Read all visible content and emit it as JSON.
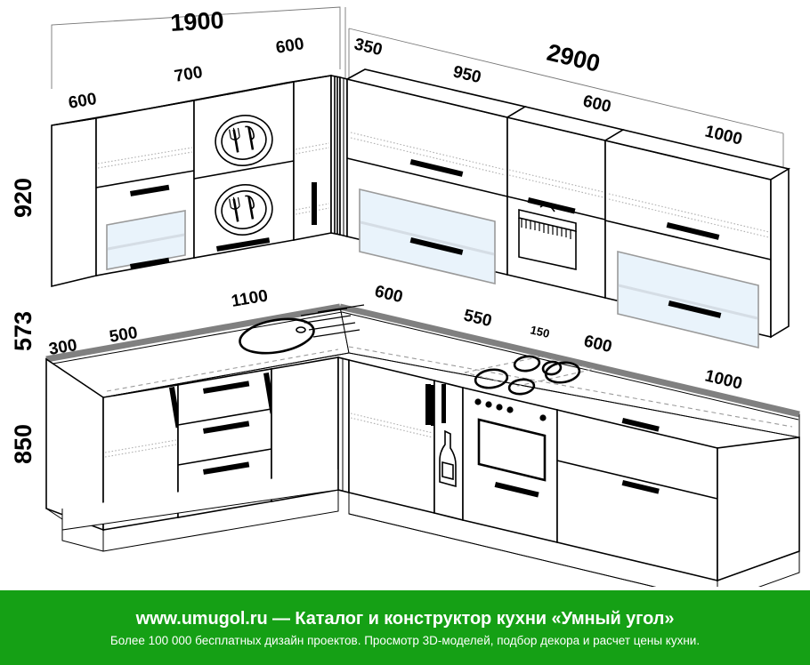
{
  "footer": {
    "line1": "www.umugol.ru — Каталог и конструктор кухни «Умный угол»",
    "line2": "Более 100 000 бесплатных дизайн проектов. Просмотр 3D-моделей, подбор декора и расчет цены кухни."
  },
  "dimensions": {
    "left_wall_total": "1900",
    "right_wall_total": "2900",
    "upper_left": [
      "600",
      "700",
      "600"
    ],
    "corner_upper": "350",
    "upper_right": [
      "950",
      "600",
      "1000"
    ],
    "height_upper": "920",
    "height_backsplash": "573",
    "height_base": "850",
    "base_left": [
      "300",
      "500",
      "1100"
    ],
    "corner_base": "600",
    "base_right": [
      "550",
      "150",
      "600",
      "1000"
    ]
  },
  "labels": {
    "top_left_total": "1900",
    "top_right_total": "2900",
    "upper_l1": "600",
    "upper_l2": "700",
    "upper_l3": "600",
    "upper_corner": "350",
    "upper_r1": "950",
    "upper_r2": "600",
    "upper_r3": "1000",
    "vert_upper": "920",
    "vert_gap": "573",
    "vert_base": "850",
    "base_l0": "300",
    "base_l1": "500",
    "base_l2": "1100",
    "base_corner": "600",
    "base_r1": "550",
    "base_r2": "150",
    "base_r3": "600",
    "base_r4": "1000"
  },
  "colors": {
    "outline": "#000000",
    "countertop_edge": "#808080",
    "glass": "#e9f3fb",
    "glass_frame": "#9a9a9a",
    "handle": "#000000",
    "footer_green": "#15a015",
    "footer_text": "#ffffff",
    "body": "#ffffff"
  },
  "icons": {
    "dish_rack": "plate-cutlery-icon",
    "hood": "range-hood-icon",
    "bottle": "bottle-icon",
    "sink": "sink-icon",
    "cooktop": "cooktop-icon",
    "oven": "oven-icon"
  },
  "units": "mm"
}
